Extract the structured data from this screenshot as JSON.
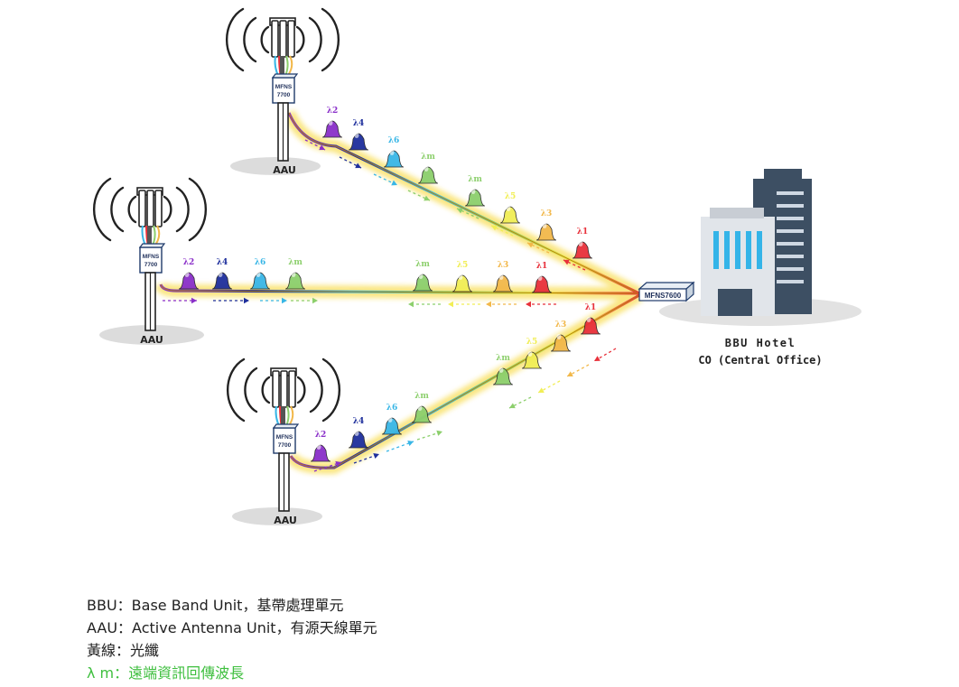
{
  "aau_label": "AAU",
  "radio_label_line1": "MFNS",
  "radio_label_line2": "7700",
  "mux_label": "MFNS7600",
  "hotel_line1": "BBU Hotel",
  "hotel_line2": "CO (Central Office)",
  "wavelengths": {
    "l1": "λ1",
    "l2": "λ2",
    "l3": "λ3",
    "l4": "λ4",
    "l5": "λ5",
    "l6": "λ6",
    "lm": "λm"
  },
  "colors": {
    "l1": "#e8303a",
    "l2": "#8a2fc9",
    "l3": "#f2b84a",
    "l4": "#1e2f9c",
    "l5": "#f1ee55",
    "l6": "#38b6e6",
    "lm": "#8ccf6c",
    "fiber": "#f6d21f"
  },
  "legend": {
    "bbu": "BBU：Base Band Unit，基帶處理單元",
    "aau": "AAU：Active Antenna Unit，有源天線單元",
    "fiber": "黃線：光纖",
    "lm": "λ m：遠端資訊回傳波長"
  }
}
